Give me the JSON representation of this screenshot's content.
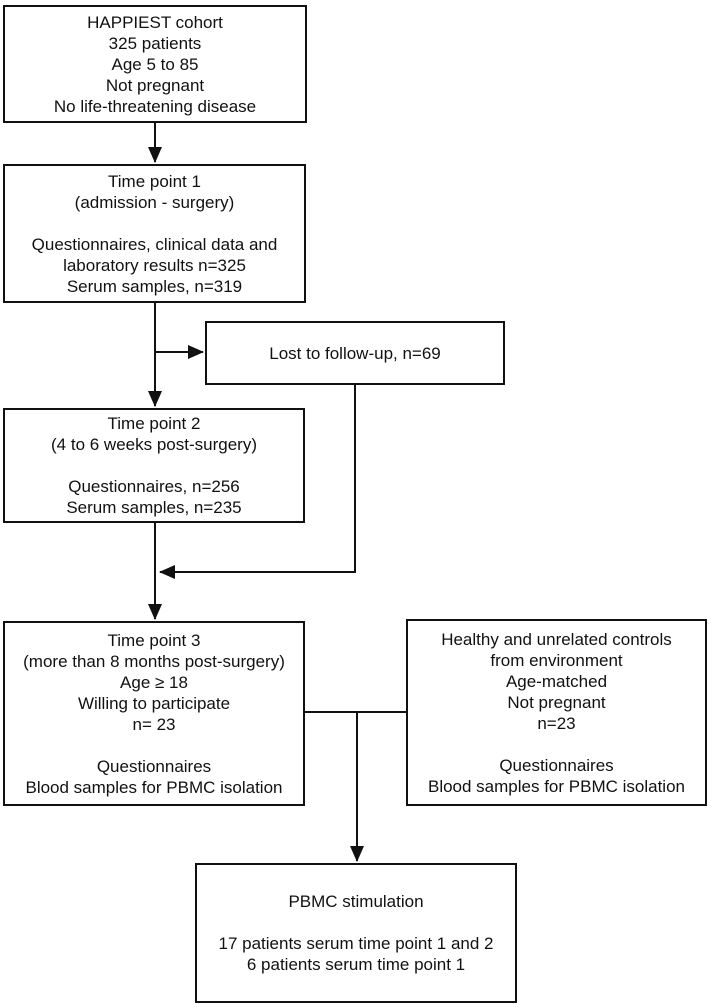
{
  "colors": {
    "line": "#111111",
    "text": "#111111",
    "box_background": "#ffffff",
    "page_background": "#ffffff"
  },
  "boxes": {
    "cohort": {
      "lines": [
        "HAPPIEST cohort",
        "325 patients",
        "Age 5 to 85",
        "Not pregnant",
        "No life-threatening disease"
      ]
    },
    "timepoint1": {
      "lines": [
        "Time point 1",
        "(admission - surgery)",
        "",
        "Questionnaires, clinical data and",
        "laboratory results n=325",
        "Serum samples, n=319"
      ]
    },
    "lost": {
      "lines": [
        "Lost to follow-up, n=69"
      ]
    },
    "timepoint2": {
      "lines": [
        "Time point 2",
        "(4 to 6 weeks post-surgery)",
        "",
        "Questionnaires, n=256",
        "Serum samples, n=235"
      ]
    },
    "timepoint3": {
      "lines": [
        "Time point 3",
        "(more than 8 months post-surgery)",
        "Age ≥ 18",
        "Willing to participate",
        "n= 23",
        "",
        "Questionnaires",
        "Blood samples for PBMC isolation"
      ]
    },
    "controls": {
      "lines": [
        "Healthy and unrelated controls",
        "from environment",
        "Age-matched",
        "Not pregnant",
        "n=23",
        "",
        "Questionnaires",
        "Blood samples for PBMC isolation"
      ]
    },
    "pbmc": {
      "lines": [
        "PBMC stimulation",
        "",
        "17 patients serum time point 1 and 2",
        "6 patients serum time point 1"
      ]
    }
  }
}
